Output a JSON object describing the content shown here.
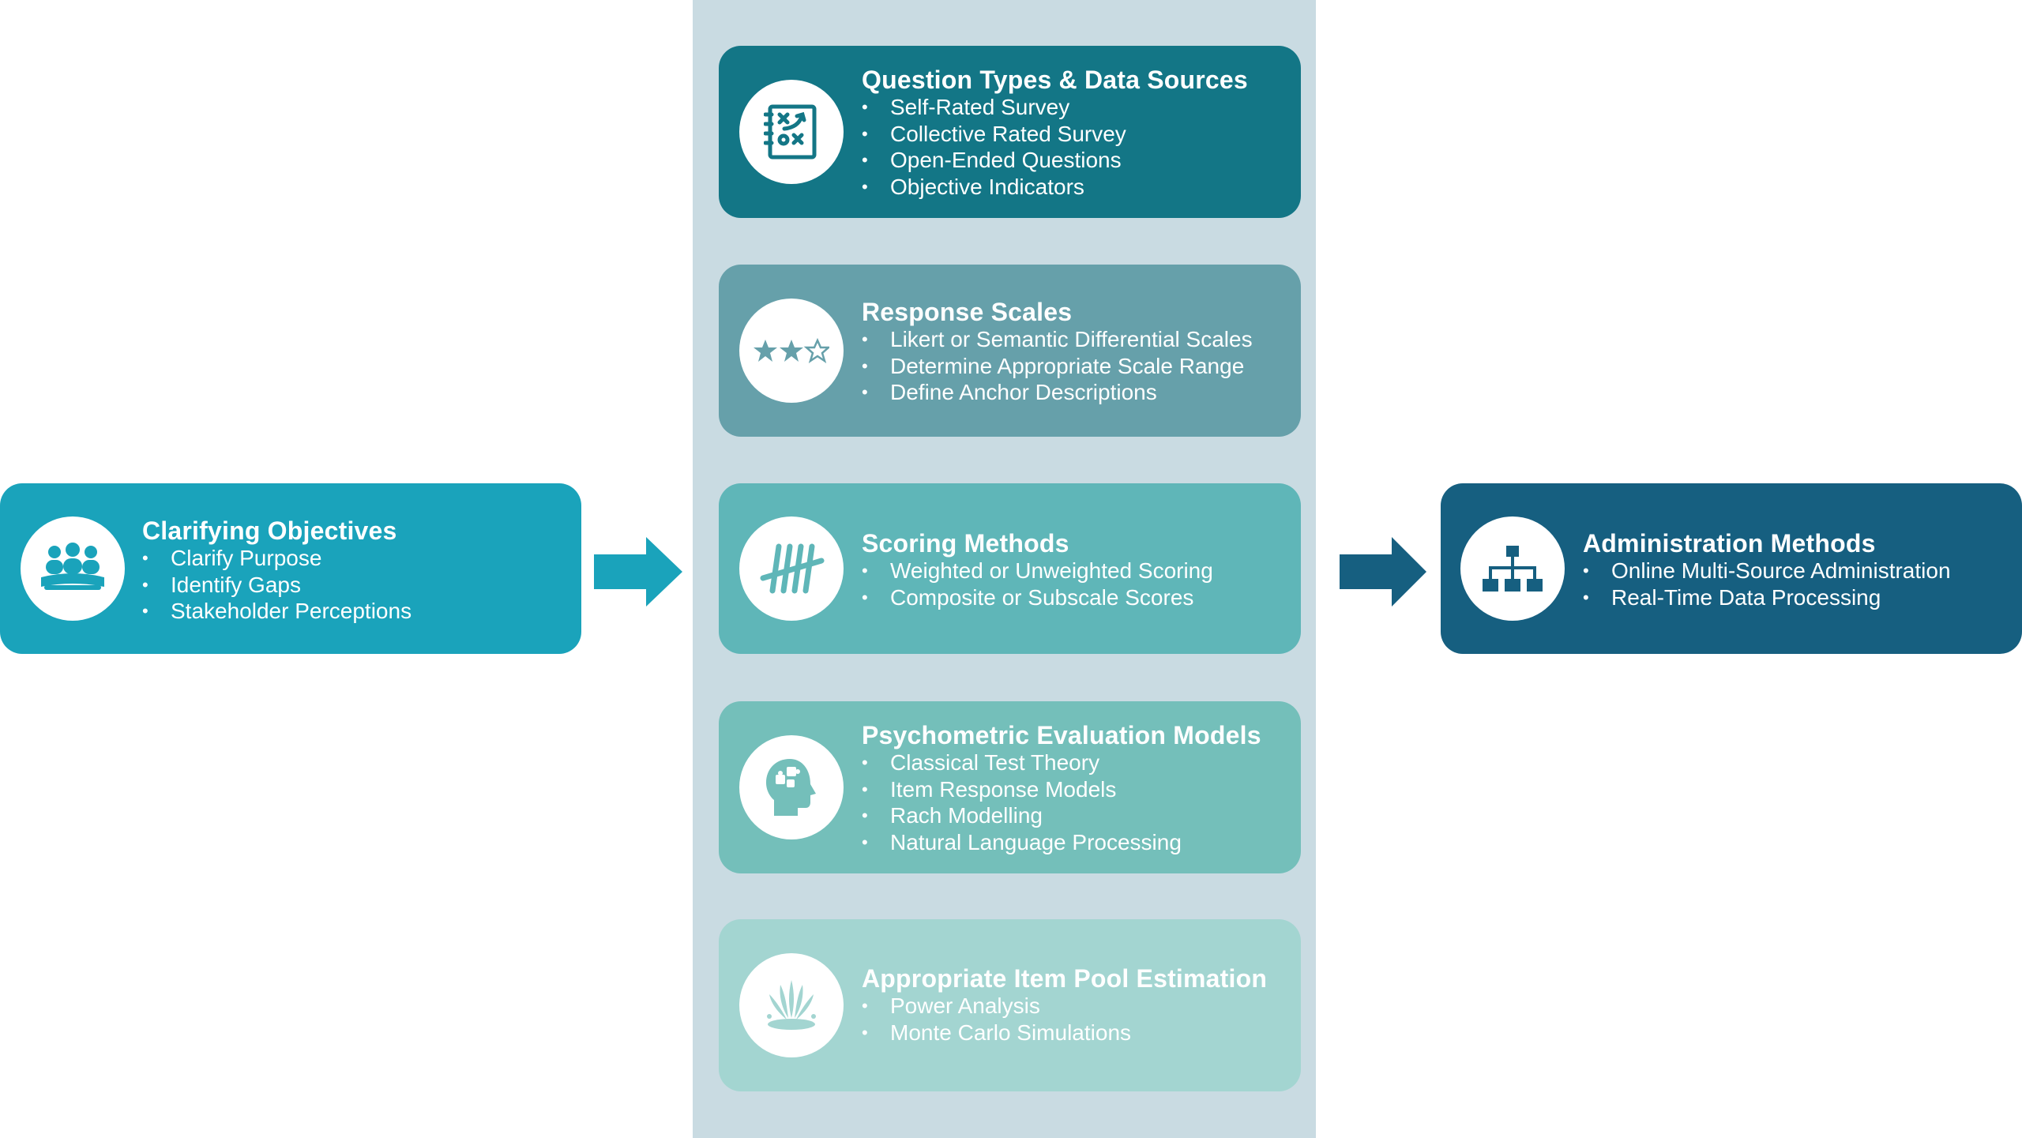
{
  "cards": {
    "clarifying": {
      "title": "Clarifying Objectives",
      "items": [
        "Clarify Purpose",
        "Identify Gaps",
        "Stakeholder Perceptions"
      ],
      "icon": "group-meeting-icon"
    },
    "question": {
      "title": "Question Types & Data Sources",
      "items": [
        "Self-Rated Survey",
        "Collective Rated Survey",
        "Open-Ended Questions",
        "Objective Indicators"
      ],
      "icon": "strategy-board-icon"
    },
    "response": {
      "title": "Response Scales",
      "items": [
        "Likert or Semantic Differential Scales",
        "Determine Appropriate Scale Range",
        "Define Anchor Descriptions"
      ],
      "icon": "star-rating-icon"
    },
    "scoring": {
      "title": "Scoring Methods",
      "items": [
        "Weighted or Unweighted Scoring",
        "Composite or Subscale Scores"
      ],
      "icon": "tally-marks-icon"
    },
    "psychometric": {
      "title": "Psychometric Evaluation Models",
      "items": [
        "Classical Test Theory",
        "Item Response Models",
        "Rach Modelling",
        "Natural Language Processing"
      ],
      "icon": "head-puzzle-icon"
    },
    "itempool": {
      "title": "Appropriate Item Pool Estimation",
      "items": [
        "Power Analysis",
        "Monte Carlo Simulations"
      ],
      "icon": "fountain-icon"
    },
    "administration": {
      "title": "Administration Methods",
      "items": [
        "Online Multi-Source Administration",
        "Real-Time Data Processing"
      ],
      "icon": "org-chart-icon"
    }
  },
  "colors": {
    "clarifying": "#1aa3bb",
    "question": "#137686",
    "response": "#66a0aa",
    "scoring": "#5fb6b8",
    "psychometric": "#74bfba",
    "itempool": "#a3d5d1",
    "administration": "#165f80",
    "arrow_left": "#1aa3bb",
    "arrow_right": "#165f80",
    "column_bg": "#c9dbe2"
  }
}
